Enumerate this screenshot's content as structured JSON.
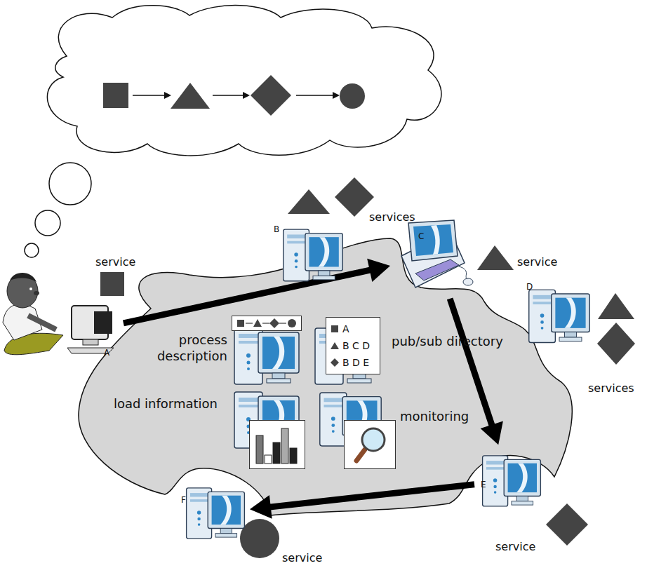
{
  "diagram": {
    "nodes": [
      {
        "text": [
          "A"
        ]
      },
      {
        "text": [
          "B"
        ]
      },
      {
        "text": [
          "C"
        ]
      },
      {
        "text": [
          "D"
        ]
      },
      {
        "text": [
          "E"
        ]
      },
      {
        "text": [
          "F"
        ]
      },
      {
        "text": [
          "process description"
        ]
      },
      {
        "text": [
          "pub/sub directory"
        ]
      },
      {
        "text": [
          "A",
          "B C D",
          "B D E"
        ],
        "in": 7
      },
      {
        "text": [
          "load information"
        ]
      },
      {
        "text": [
          "monitoring"
        ]
      }
    ],
    "edges": [
      {
        "from": 0,
        "to": 2,
        "arrow": "to"
      },
      {
        "from": 2,
        "to": 4,
        "arrow": "to"
      },
      {
        "from": 4,
        "to": 5,
        "arrow": "to"
      }
    ],
    "labels": [
      "service",
      "services",
      "service",
      "services",
      "service",
      "service"
    ]
  }
}
